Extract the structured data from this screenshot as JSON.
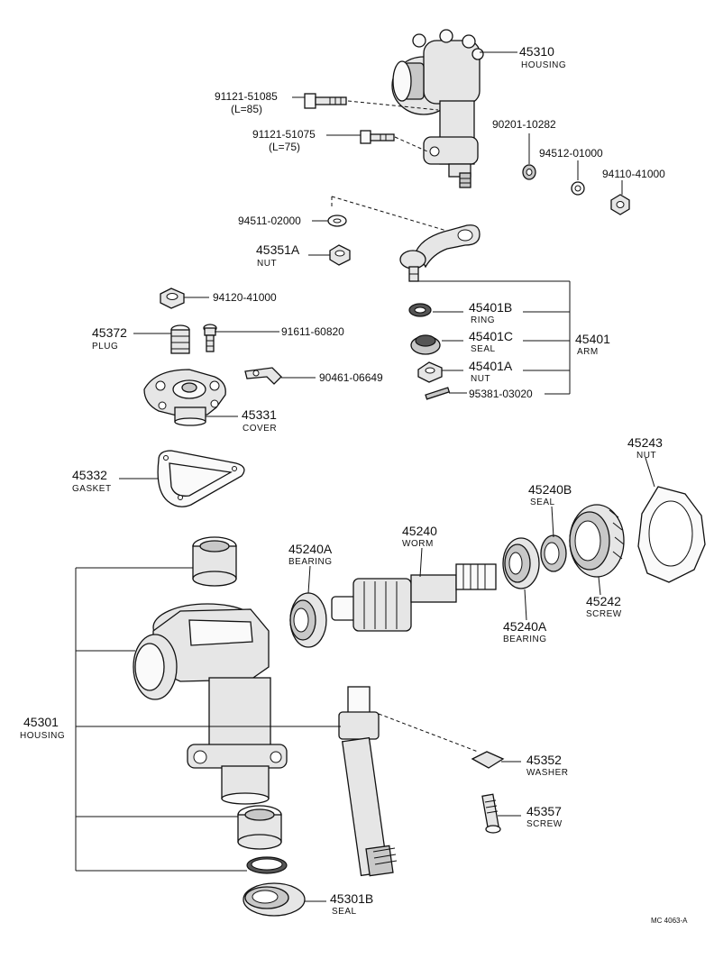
{
  "labels": {
    "p45310": {
      "num": "45310",
      "name": "HOUSING"
    },
    "p9112151085": {
      "num": "91121-51085",
      "name": "(L=85)"
    },
    "p9112151075": {
      "num": "91121-51075",
      "name": "(L=75)"
    },
    "p9020110282": {
      "num": "90201-10282"
    },
    "p9451201000": {
      "num": "94512-01000"
    },
    "p9411041000": {
      "num": "94110-41000"
    },
    "p9451102000": {
      "num": "94511-02000"
    },
    "p45351A": {
      "num": "45351A",
      "name": "NUT"
    },
    "p9412041000": {
      "num": "94120-41000"
    },
    "p45372": {
      "num": "45372",
      "name": "PLUG"
    },
    "p9161160820": {
      "num": "91611-60820"
    },
    "p9046106649": {
      "num": "90461-06649"
    },
    "p45331": {
      "num": "45331",
      "name": "COVER"
    },
    "p45401B": {
      "num": "45401B",
      "name": "RING"
    },
    "p45401C": {
      "num": "45401C",
      "name": "SEAL"
    },
    "p45401A": {
      "num": "45401A",
      "name": "NUT"
    },
    "p45401": {
      "num": "45401",
      "name": "ARM"
    },
    "p9538103020": {
      "num": "95381-03020"
    },
    "p45332": {
      "num": "45332",
      "name": "GASKET"
    },
    "p45243": {
      "num": "45243",
      "name": "NUT"
    },
    "p45240B": {
      "num": "45240B",
      "name": "SEAL"
    },
    "p45240": {
      "num": "45240",
      "name": "WORM"
    },
    "p45240A_top": {
      "num": "45240A",
      "name": "BEARING"
    },
    "p45240A_bot": {
      "num": "45240A",
      "name": "BEARING"
    },
    "p45242": {
      "num": "45242",
      "name": "SCREW"
    },
    "p45301": {
      "num": "45301",
      "name": "HOUSING"
    },
    "p45352": {
      "num": "45352",
      "name": "WASHER"
    },
    "p45357": {
      "num": "45357",
      "name": "SCREW"
    },
    "p45301B": {
      "num": "45301B",
      "name": "SEAL"
    }
  },
  "footer": {
    "code": "MC 4063-A"
  }
}
